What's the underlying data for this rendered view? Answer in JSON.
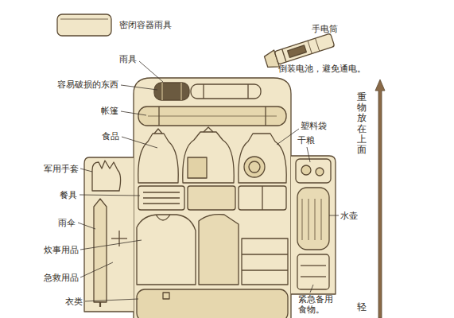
{
  "diagram": {
    "labels": [
      "密闭容器雨具",
      "手电筒",
      "倒装电池，避免通电。",
      "雨具",
      "容易破损的东西",
      "帐篷",
      "食品",
      "塑料袋",
      "干粮",
      "军用手套",
      "餐具",
      "水壶",
      "雨伞",
      "炊事用品",
      "急救用品",
      "衣类",
      "紧急备用食物。",
      "重物放在上面",
      "轻"
    ]
  }
}
